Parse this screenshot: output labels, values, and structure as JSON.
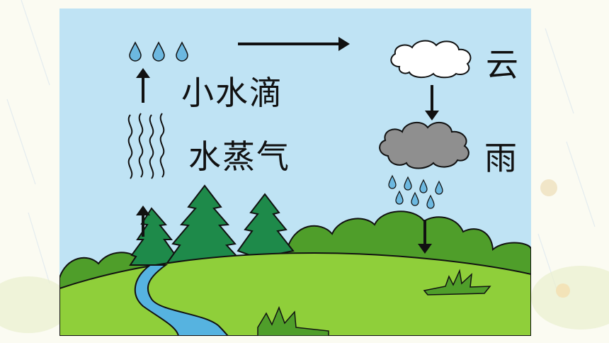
{
  "labels": {
    "droplets": "小水滴",
    "vapor": "水蒸气",
    "cloud": "云",
    "rain": "雨"
  },
  "colors": {
    "sky": "#bfe3f4",
    "grass": "#8fcf3a",
    "bush": "#4f9e2a",
    "tree": "#1e8a4a",
    "river": "#56b3e0",
    "cloud_white": "#ffffff",
    "cloud_gray": "#8f8f8f",
    "drop": "#6cb8e0",
    "slide_bg": "#fbfbf2"
  }
}
